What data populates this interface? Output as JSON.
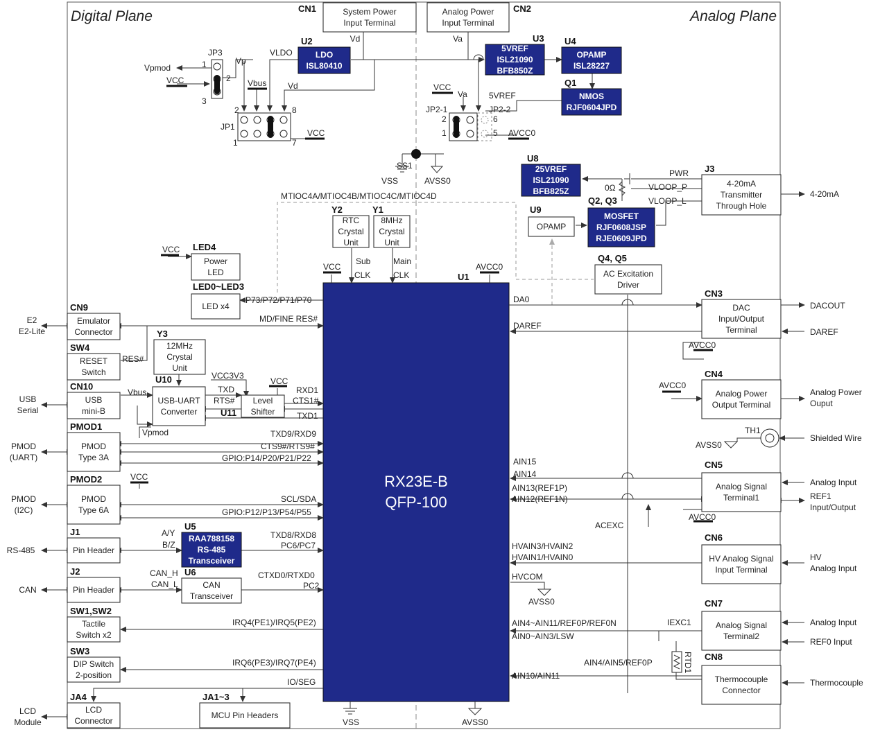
{
  "planes": {
    "digital": "Digital Plane",
    "analog": "Analog Plane"
  },
  "mcu": {
    "ref": "U1",
    "line1": "RX23E-B",
    "line2": "QFP-100"
  },
  "blocks": [
    {
      "id": "cn1",
      "ref": "CN1",
      "lines": [
        "System Power",
        "Input Terminal"
      ]
    },
    {
      "id": "cn2",
      "ref": "CN2",
      "lines": [
        "Analog Power",
        "Input Terminal"
      ]
    },
    {
      "id": "u2",
      "ref": "U2",
      "lines": [
        "LDO",
        "ISL80410"
      ],
      "navy": true
    },
    {
      "id": "u3",
      "ref": "U3",
      "lines": [
        "5VREF",
        "ISL21090",
        "BFB850Z"
      ],
      "navy": true
    },
    {
      "id": "u4",
      "ref": "U4",
      "lines": [
        "OPAMP",
        "ISL28227"
      ],
      "navy": true
    },
    {
      "id": "q1",
      "ref": "Q1",
      "lines": [
        "NMOS",
        "RJF0604JPD"
      ],
      "navy": true
    },
    {
      "id": "u8",
      "ref": "U8",
      "lines": [
        "25VREF",
        "ISL21090",
        "BFB825Z"
      ],
      "navy": true
    },
    {
      "id": "q23",
      "ref": "Q2, Q3",
      "lines": [
        "MOSFET",
        "RJF0608JSP",
        "RJE0609JPD"
      ],
      "navy": true
    },
    {
      "id": "u9",
      "ref": "U9",
      "lines": [
        "OPAMP"
      ]
    },
    {
      "id": "j3",
      "ref": "J3",
      "lines": [
        "4-20mA",
        "Transmitter",
        "Through Hole"
      ]
    },
    {
      "id": "q45",
      "ref": "Q4, Q5",
      "lines": [
        "AC Excitation",
        "Driver"
      ]
    },
    {
      "id": "y2",
      "ref": "Y2",
      "lines": [
        "RTC",
        "Crystal",
        "Unit"
      ]
    },
    {
      "id": "y1",
      "ref": "Y1",
      "lines": [
        "8MHz",
        "Crystal",
        "Unit"
      ]
    },
    {
      "id": "led4",
      "ref": "LED4",
      "lines": [
        "Power",
        "LED"
      ]
    },
    {
      "id": "led03",
      "ref": "LED0~LED3",
      "lines": [
        "LED x4"
      ]
    },
    {
      "id": "cn9",
      "ref": "CN9",
      "lines": [
        "Emulator",
        "Connector"
      ]
    },
    {
      "id": "sw4",
      "ref": "SW4",
      "lines": [
        "RESET",
        "Switch"
      ]
    },
    {
      "id": "y3",
      "ref": "Y3",
      "lines": [
        "12MHz",
        "Crystal",
        "Unit"
      ]
    },
    {
      "id": "cn10",
      "ref": "CN10",
      "lines": [
        "USB",
        "mini-B"
      ]
    },
    {
      "id": "u10",
      "ref": "U10",
      "lines": [
        "USB-UART",
        "Converter"
      ]
    },
    {
      "id": "u11",
      "ref": "U11",
      "lines": [
        "Level",
        "Shifter"
      ]
    },
    {
      "id": "pmod1",
      "ref": "PMOD1",
      "lines": [
        "PMOD",
        "Type 3A"
      ]
    },
    {
      "id": "pmod2",
      "ref": "PMOD2",
      "lines": [
        "PMOD",
        "Type 6A"
      ]
    },
    {
      "id": "j1",
      "ref": "J1",
      "lines": [
        "Pin Header"
      ]
    },
    {
      "id": "u5",
      "ref": "U5",
      "lines": [
        "RAA788158",
        "RS-485",
        "Transceiver"
      ],
      "navy": true
    },
    {
      "id": "j2",
      "ref": "J2",
      "lines": [
        "Pin Header"
      ]
    },
    {
      "id": "u6",
      "ref": "U6",
      "lines": [
        "CAN",
        "Transceiver"
      ]
    },
    {
      "id": "sw12",
      "ref": "SW1,SW2",
      "lines": [
        "Tactile",
        "Switch x2"
      ]
    },
    {
      "id": "sw3",
      "ref": "SW3",
      "lines": [
        "DIP Switch",
        "2-position"
      ]
    },
    {
      "id": "ja4",
      "ref": "JA4",
      "lines": [
        "LCD",
        "Connector"
      ]
    },
    {
      "id": "ja13",
      "ref": "JA1~3",
      "lines": [
        "MCU Pin Headers"
      ]
    },
    {
      "id": "cn3",
      "ref": "CN3",
      "lines": [
        "DAC",
        "Input/Output",
        "Terminal"
      ]
    },
    {
      "id": "cn4",
      "ref": "CN4",
      "lines": [
        "Analog Power",
        "Output Terminal"
      ]
    },
    {
      "id": "cn5",
      "ref": "CN5",
      "lines": [
        "Analog Signal",
        "Terminal1"
      ]
    },
    {
      "id": "cn6",
      "ref": "CN6",
      "lines": [
        "HV Analog Signal",
        "Input Terminal"
      ]
    },
    {
      "id": "cn7",
      "ref": "CN7",
      "lines": [
        "Analog Signal",
        "Terminal2"
      ]
    },
    {
      "id": "cn8",
      "ref": "CN8",
      "lines": [
        "Thermocouple",
        "Connector"
      ]
    }
  ],
  "external": [
    {
      "id": "e2",
      "lines": [
        "E2",
        "E2-Lite"
      ]
    },
    {
      "id": "usb",
      "lines": [
        "USB",
        "Serial"
      ]
    },
    {
      "id": "pmod_uart",
      "lines": [
        "PMOD",
        "(UART)"
      ]
    },
    {
      "id": "pmod_i2c",
      "lines": [
        "PMOD",
        "(I2C)"
      ]
    },
    {
      "id": "rs485",
      "lines": [
        "RS-485"
      ]
    },
    {
      "id": "can",
      "lines": [
        "CAN"
      ]
    },
    {
      "id": "lcd",
      "lines": [
        "LCD",
        "Module"
      ]
    },
    {
      "id": "ma",
      "lines": [
        "4-20mA"
      ]
    },
    {
      "id": "dacout",
      "lines": [
        "DACOUT"
      ]
    },
    {
      "id": "daref",
      "lines": [
        "DAREF"
      ]
    },
    {
      "id": "apo",
      "lines": [
        "Analog Power",
        "Ouput"
      ]
    },
    {
      "id": "shield",
      "lines": [
        "Shielded Wire"
      ]
    },
    {
      "id": "ain1",
      "lines": [
        "Analog Input"
      ]
    },
    {
      "id": "ref1",
      "lines": [
        "REF1",
        "Input/Output"
      ]
    },
    {
      "id": "hv",
      "lines": [
        "HV",
        "Analog Input"
      ]
    },
    {
      "id": "ain2",
      "lines": [
        "Analog Input"
      ]
    },
    {
      "id": "ref0",
      "lines": [
        "REF0 Input"
      ]
    },
    {
      "id": "tc",
      "lines": [
        "Thermocouple"
      ]
    }
  ],
  "signals": [
    {
      "id": "vd1",
      "text": "Vd"
    },
    {
      "id": "va1",
      "text": "Va"
    },
    {
      "id": "vldo",
      "text": "VLDO"
    },
    {
      "id": "vp",
      "text": "Vp"
    },
    {
      "id": "vpmod1",
      "text": "Vpmod"
    },
    {
      "id": "vcc1",
      "text": "VCC"
    },
    {
      "id": "vbus1",
      "text": "Vbus"
    },
    {
      "id": "vd2",
      "text": "Vd"
    },
    {
      "id": "jp3",
      "text": "JP3"
    },
    {
      "id": "jp3_1",
      "text": "1"
    },
    {
      "id": "jp3_2",
      "text": "2"
    },
    {
      "id": "jp3_3",
      "text": "3"
    },
    {
      "id": "jp1",
      "text": "JP1"
    },
    {
      "id": "jp1_2",
      "text": "2"
    },
    {
      "id": "jp1_8",
      "text": "8"
    },
    {
      "id": "jp1_1",
      "text": "1"
    },
    {
      "id": "jp1_7",
      "text": "7"
    },
    {
      "id": "vcc2",
      "text": "VCC"
    },
    {
      "id": "vcc3",
      "text": "VCC"
    },
    {
      "id": "va2",
      "text": "Va"
    },
    {
      "id": "vref5",
      "text": "5VREF"
    },
    {
      "id": "jp21",
      "text": "JP2-1"
    },
    {
      "id": "jp22",
      "text": "JP2-2"
    },
    {
      "id": "jp2_2",
      "text": "2"
    },
    {
      "id": "jp2_6",
      "text": "6"
    },
    {
      "id": "jp2_1",
      "text": "1"
    },
    {
      "id": "jp2_5",
      "text": "5"
    },
    {
      "id": "avcc0a",
      "text": "AVCC0"
    },
    {
      "id": "ss1",
      "text": "SS1"
    },
    {
      "id": "vss1",
      "text": "VSS"
    },
    {
      "id": "avss0a",
      "text": "AVSS0"
    },
    {
      "id": "pwr",
      "text": "PWR"
    },
    {
      "id": "vloopp",
      "text": "VLOOP_P"
    },
    {
      "id": "vloopl",
      "text": "VLOOP_L"
    },
    {
      "id": "ohm",
      "text": "0Ω"
    },
    {
      "id": "mtioc",
      "text": "MTIOC4A/MTIOC4B/MTIOC4C/MTIOC4D"
    },
    {
      "id": "vcc4",
      "text": "VCC"
    },
    {
      "id": "vcc5",
      "text": "VCC"
    },
    {
      "id": "avcc0b",
      "text": "AVCC0"
    },
    {
      "id": "sub",
      "text": "Sub"
    },
    {
      "id": "subclk",
      "text": "CLK"
    },
    {
      "id": "main",
      "text": "Main"
    },
    {
      "id": "mainclk",
      "text": "CLK"
    },
    {
      "id": "p7x",
      "text": "P73/P72/P71/P70"
    },
    {
      "id": "mdfine",
      "text": "MD/FINE RES#"
    },
    {
      "id": "res",
      "text": "RES#"
    },
    {
      "id": "vcc3v3",
      "text": "VCC3V3"
    },
    {
      "id": "vcc6",
      "text": "VCC"
    },
    {
      "id": "vbus2",
      "text": "Vbus"
    },
    {
      "id": "txd",
      "text": "TXD"
    },
    {
      "id": "rts",
      "text": "RTS#"
    },
    {
      "id": "rxd1",
      "text": "RXD1"
    },
    {
      "id": "cts1",
      "text": "CTS1#"
    },
    {
      "id": "txd1",
      "text": "TXD1"
    },
    {
      "id": "vpmod2",
      "text": "Vpmod"
    },
    {
      "id": "txd9",
      "text": "TXD9/RXD9"
    },
    {
      "id": "cts9",
      "text": "CTS9#/RTS9#"
    },
    {
      "id": "gpio1",
      "text": "GPIO:P14/P20/P21/P22"
    },
    {
      "id": "vcc7",
      "text": "VCC"
    },
    {
      "id": "sclsda",
      "text": "SCL/SDA"
    },
    {
      "id": "gpio2",
      "text": "GPIO:P12/P13/P54/P55"
    },
    {
      "id": "ay",
      "text": "A/Y"
    },
    {
      "id": "bz",
      "text": "B/Z"
    },
    {
      "id": "txd8",
      "text": "TXD8/RXD8"
    },
    {
      "id": "pc67",
      "text": "PC6/PC7"
    },
    {
      "id": "canh",
      "text": "CAN_H"
    },
    {
      "id": "canl",
      "text": "CAN_L"
    },
    {
      "id": "ctxd",
      "text": "CTXD0/RTXD0"
    },
    {
      "id": "pc2",
      "text": "PC2"
    },
    {
      "id": "irq45",
      "text": "IRQ4(PE1)/IRQ5(PE2)"
    },
    {
      "id": "irq67",
      "text": "IRQ6(PE3)/IRQ7(PE4)"
    },
    {
      "id": "ioseg",
      "text": "IO/SEG"
    },
    {
      "id": "vss2",
      "text": "VSS"
    },
    {
      "id": "avss0b",
      "text": "AVSS0"
    },
    {
      "id": "da0",
      "text": "DA0"
    },
    {
      "id": "daref2",
      "text": "DAREF"
    },
    {
      "id": "avcc0c",
      "text": "AVCC0"
    },
    {
      "id": "avcc0d",
      "text": "AVCC0"
    },
    {
      "id": "th1",
      "text": "TH1"
    },
    {
      "id": "avss0c",
      "text": "AVSS0"
    },
    {
      "id": "ain15",
      "text": "AIN15"
    },
    {
      "id": "ain14",
      "text": "AIN14"
    },
    {
      "id": "ain13",
      "text": "AIN13(REF1P)"
    },
    {
      "id": "ain12",
      "text": "AIN12(REF1N)"
    },
    {
      "id": "avcc0e",
      "text": "AVCC0"
    },
    {
      "id": "acexc",
      "text": "ACEXC"
    },
    {
      "id": "hvain3",
      "text": "HVAIN3/HVAIN2"
    },
    {
      "id": "hvain1",
      "text": "HVAIN1/HVAIN0"
    },
    {
      "id": "hvcom",
      "text": "HVCOM"
    },
    {
      "id": "avss0d",
      "text": "AVSS0"
    },
    {
      "id": "ain4_11",
      "text": "AIN4~AIN11/REF0P/REF0N"
    },
    {
      "id": "ain0_3",
      "text": "AIN0~AIN3/LSW"
    },
    {
      "id": "iexc1",
      "text": "IEXC1"
    },
    {
      "id": "ain45",
      "text": "AIN4/AIN5/REF0P"
    },
    {
      "id": "rtd1",
      "text": "RTD1"
    },
    {
      "id": "ain1011",
      "text": "AIN10/AIN11"
    }
  ],
  "colors": {
    "navy": "#1f2a8a",
    "line": "#333333",
    "dashed": "#999999"
  }
}
